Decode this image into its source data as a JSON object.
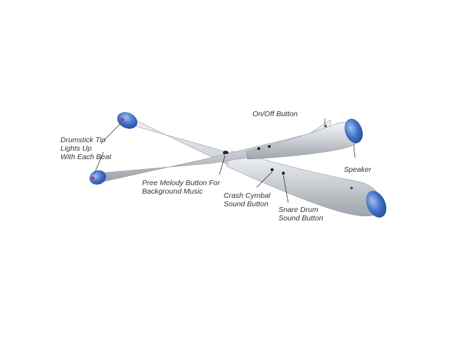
{
  "labels": {
    "tip": [
      "Drumstick Tip",
      "Lights Up",
      "With Each Beat"
    ],
    "power": [
      "On/Off Button"
    ],
    "speaker": [
      "Speaker"
    ],
    "melody": [
      "Pree Melody Button For",
      "Background Music"
    ],
    "crash": [
      "Crash Cymbal",
      "Sound Button"
    ],
    "snare": [
      "Snare Drum",
      "Sound Button"
    ]
  },
  "colors": {
    "background": "#ffffff",
    "stick_body": "#c9cdd2",
    "tip_blue": "#3f6fc4",
    "tip_light": "#e2203c",
    "label_text": "#333333"
  }
}
